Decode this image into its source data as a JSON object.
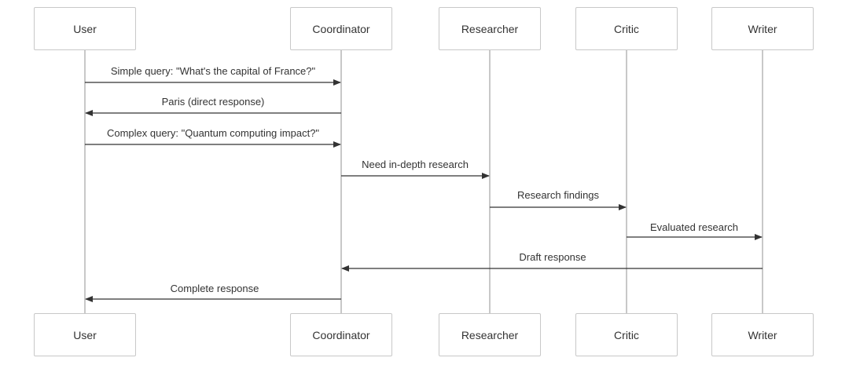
{
  "participants": [
    {
      "id": "user",
      "label": "User"
    },
    {
      "id": "coordinator",
      "label": "Coordinator"
    },
    {
      "id": "researcher",
      "label": "Researcher"
    },
    {
      "id": "critic",
      "label": "Critic"
    },
    {
      "id": "writer",
      "label": "Writer"
    }
  ],
  "messages": [
    {
      "from": "user",
      "to": "coordinator",
      "label": "Simple query: \"What's the capital of France?\""
    },
    {
      "from": "coordinator",
      "to": "user",
      "label": "Paris (direct response)"
    },
    {
      "from": "user",
      "to": "coordinator",
      "label": "Complex query: \"Quantum computing impact?\""
    },
    {
      "from": "coordinator",
      "to": "researcher",
      "label": "Need in-depth research"
    },
    {
      "from": "researcher",
      "to": "critic",
      "label": "Research findings"
    },
    {
      "from": "critic",
      "to": "writer",
      "label": "Evaluated research"
    },
    {
      "from": "writer",
      "to": "coordinator",
      "label": "Draft response"
    },
    {
      "from": "coordinator",
      "to": "user",
      "label": "Complete response"
    }
  ],
  "colors": {
    "lifeline": "#c8c8c8",
    "arrow": "#333333",
    "box_border": "#c8c8c8"
  }
}
